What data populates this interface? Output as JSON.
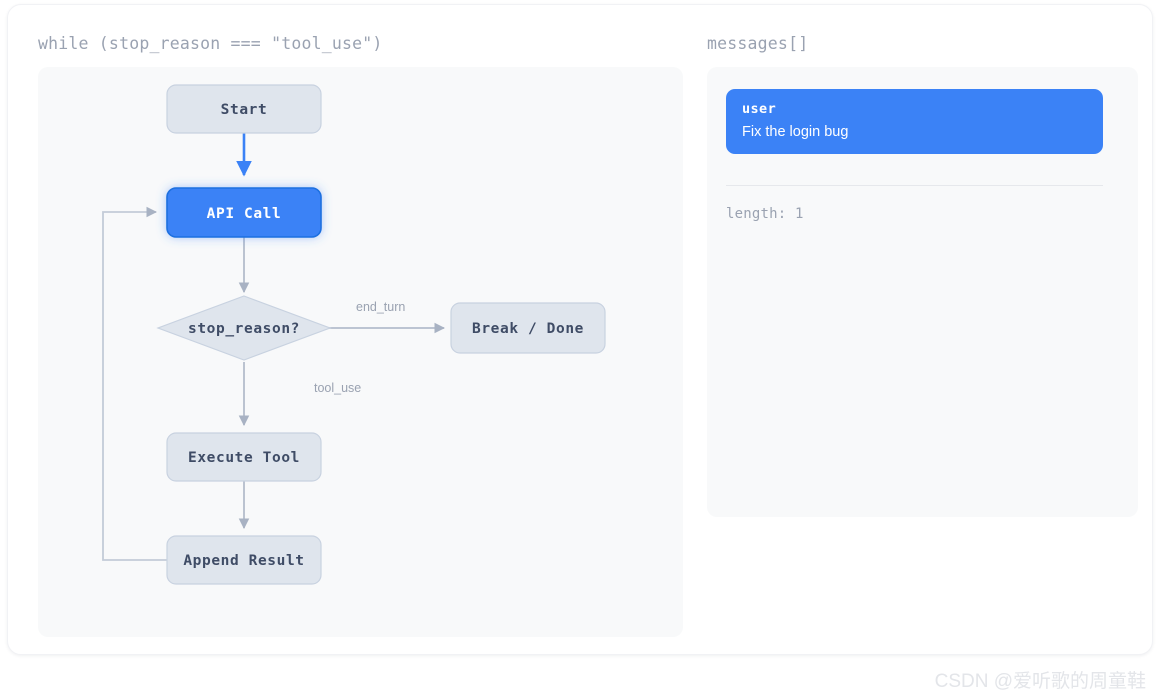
{
  "headers": {
    "left": "while (stop_reason === \"tool_use\")",
    "right": "messages[]"
  },
  "colors": {
    "accent": "#3b82f6",
    "node_fill": "#dfe5ed",
    "node_stroke": "#c3cede",
    "node_text": "#3f4c66",
    "edge": "#b4bdcc",
    "edge_label": "#9aa2b1",
    "panel_bg": "#f8f9fa",
    "card_bg": "#ffffff",
    "watermark": "#e3e5e9"
  },
  "flow": {
    "nodes": [
      {
        "id": "start",
        "label": "Start",
        "shape": "rounded-rect",
        "active": false
      },
      {
        "id": "api_call",
        "label": "API Call",
        "shape": "rounded-rect",
        "active": true
      },
      {
        "id": "decision",
        "label": "stop_reason?",
        "shape": "diamond",
        "active": false
      },
      {
        "id": "done",
        "label": "Break / Done",
        "shape": "rounded-rect",
        "active": false
      },
      {
        "id": "exec",
        "label": "Execute Tool",
        "shape": "rounded-rect",
        "active": false
      },
      {
        "id": "append",
        "label": "Append Result",
        "shape": "rounded-rect",
        "active": false
      }
    ],
    "edges": [
      {
        "from": "start",
        "to": "api_call",
        "label": ""
      },
      {
        "from": "api_call",
        "to": "decision",
        "label": ""
      },
      {
        "from": "decision",
        "to": "done",
        "label": "end_turn"
      },
      {
        "from": "decision",
        "to": "exec",
        "label": "tool_use"
      },
      {
        "from": "exec",
        "to": "append",
        "label": ""
      },
      {
        "from": "append",
        "to": "api_call",
        "label": ""
      }
    ]
  },
  "messages": {
    "items": [
      {
        "role": "user",
        "text": "Fix the login bug"
      }
    ],
    "length_label": "length: 1"
  },
  "watermark": "CSDN @爱听歌的周童鞋"
}
